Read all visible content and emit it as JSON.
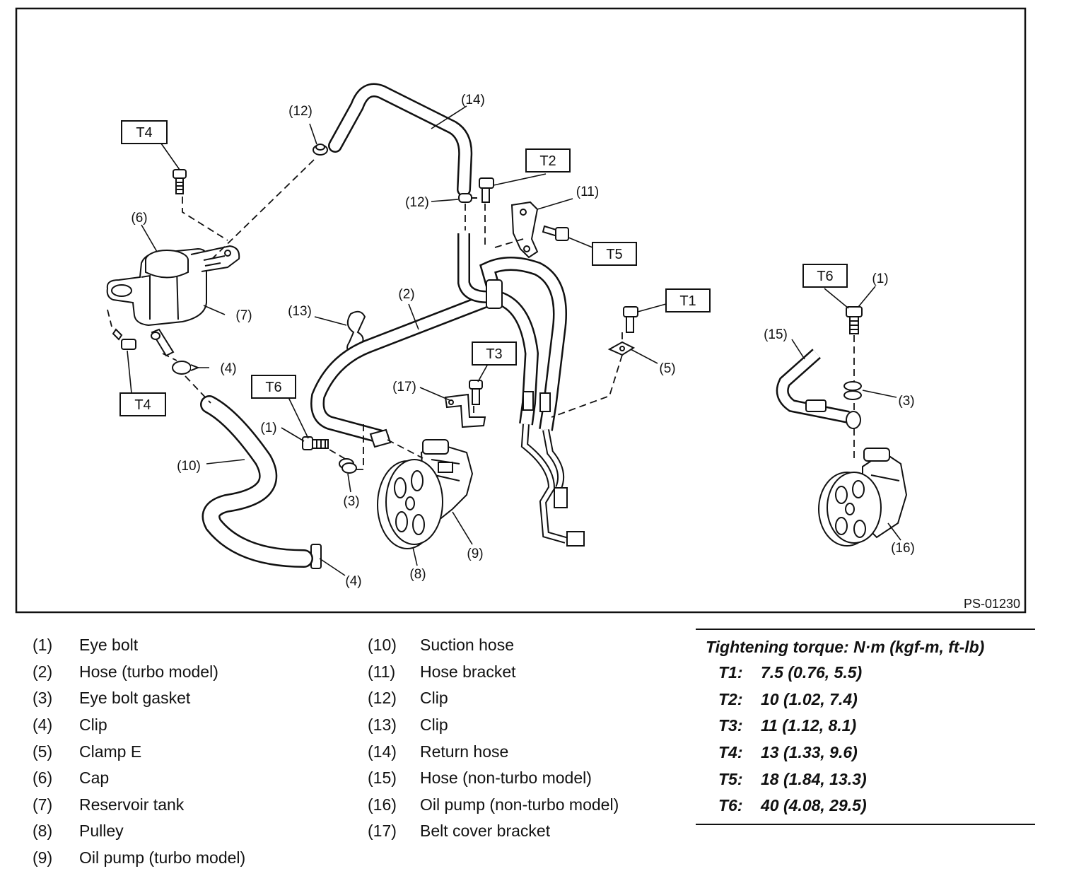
{
  "diagram": {
    "reference_code": "PS-01230",
    "callouts": {
      "c1a": "(1)",
      "c1b": "(1)",
      "c2": "(2)",
      "c3a": "(3)",
      "c3b": "(3)",
      "c4a": "(4)",
      "c4b": "(4)",
      "c5": "(5)",
      "c6": "(6)",
      "c7": "(7)",
      "c8": "(8)",
      "c9": "(9)",
      "c10": "(10)",
      "c11": "(11)",
      "c12a": "(12)",
      "c12b": "(12)",
      "c13": "(13)",
      "c14": "(14)",
      "c15": "(15)",
      "c16": "(16)",
      "c17": "(17)"
    },
    "torque_boxes": {
      "t4a": "T4",
      "t4b": "T4",
      "t2": "T2",
      "t5": "T5",
      "t1": "T1",
      "t3": "T3",
      "t6a": "T6",
      "t6b": "T6"
    }
  },
  "legend": {
    "left": [
      {
        "num": "(1)",
        "label": "Eye bolt"
      },
      {
        "num": "(2)",
        "label": "Hose (turbo model)"
      },
      {
        "num": "(3)",
        "label": "Eye bolt gasket"
      },
      {
        "num": "(4)",
        "label": "Clip"
      },
      {
        "num": "(5)",
        "label": "Clamp E"
      },
      {
        "num": "(6)",
        "label": "Cap"
      },
      {
        "num": "(7)",
        "label": "Reservoir tank"
      },
      {
        "num": "(8)",
        "label": "Pulley"
      },
      {
        "num": "(9)",
        "label": "Oil pump (turbo model)"
      }
    ],
    "middle": [
      {
        "num": "(10)",
        "label": "Suction hose"
      },
      {
        "num": "(11)",
        "label": "Hose bracket"
      },
      {
        "num": "(12)",
        "label": "Clip"
      },
      {
        "num": "(13)",
        "label": "Clip"
      },
      {
        "num": "(14)",
        "label": "Return hose"
      },
      {
        "num": "(15)",
        "label": "Hose (non-turbo model)"
      },
      {
        "num": "(16)",
        "label": "Oil pump (non-turbo model)"
      },
      {
        "num": "(17)",
        "label": "Belt cover bracket"
      }
    ]
  },
  "torque": {
    "heading": "Tightening torque: N·m (kgf-m, ft-lb)",
    "rows": [
      {
        "code": "T1:",
        "value": "7.5 (0.76, 5.5)"
      },
      {
        "code": "T2:",
        "value": "10 (1.02, 7.4)"
      },
      {
        "code": "T3:",
        "value": "11 (1.12, 8.1)"
      },
      {
        "code": "T4:",
        "value": "13 (1.33, 9.6)"
      },
      {
        "code": "T5:",
        "value": "18 (1.84, 13.3)"
      },
      {
        "code": "T6:",
        "value": "40 (4.08, 29.5)"
      }
    ]
  }
}
